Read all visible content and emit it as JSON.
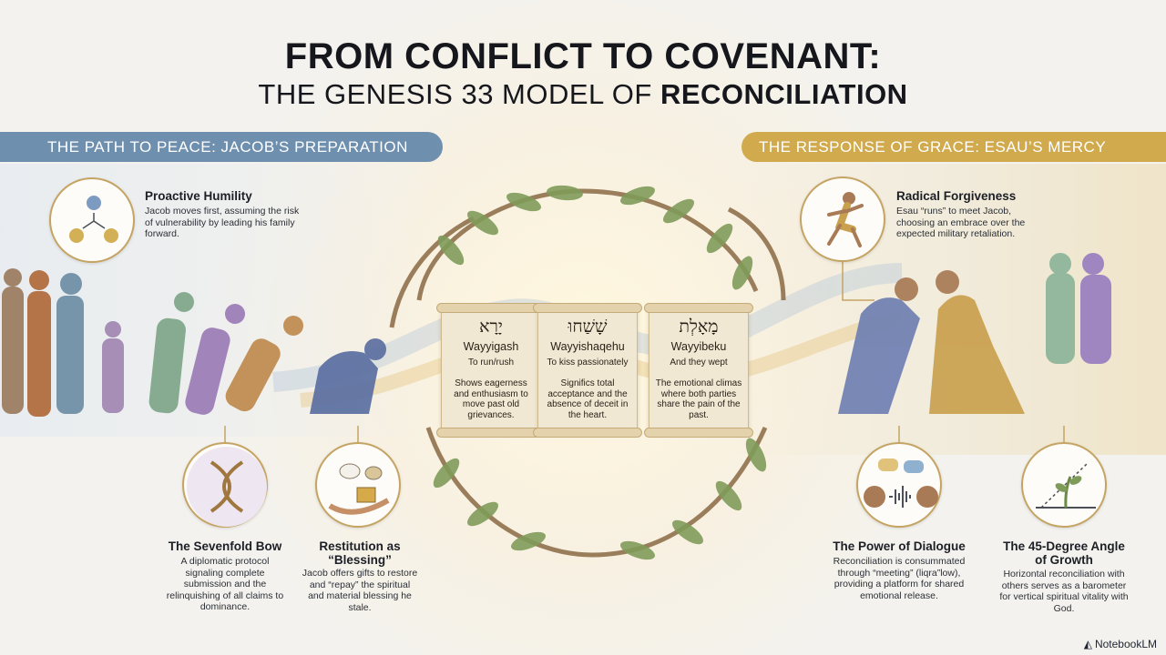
{
  "header": {
    "title": "FROM CONFLICT TO COVENANT:",
    "subtitle_prefix": "THE GENESIS 33 MODEL OF",
    "subtitle_bold": "RECONCILIATION"
  },
  "left_banner": "THE PATH TO PEACE: JACOB’S PREPARATION",
  "right_banner": "THE RESPONSE OF GRACE: ESAU’S MERCY",
  "left": {
    "humility": {
      "title": "Proactive Humility",
      "text": "Jacob moves first, assuming the risk of vulnerability by leading his family forward."
    },
    "bow": {
      "title": "The Sevenfold Bow",
      "text": "A diplomatic protocol signaling complete submission and the relinquishing of all claims to dominance."
    },
    "restitution": {
      "title": "Restitution as “Blessing”",
      "text": "Jacob offers gifts to restore and “repay” the spiritual and material blessing he stale."
    }
  },
  "center": {
    "scrolls": [
      {
        "hebrew": "יָרָא",
        "translit": "Wayyigash",
        "meaning": "To run/rush",
        "desc": "Shows eagerness and enthusiasm to move past old grievances."
      },
      {
        "hebrew": "שָׁשַׁחוּ",
        "translit": "Wayyishaqehu",
        "meaning": "To kiss passionately",
        "desc": "Significs total acceptance and the absence of deceit in the heart."
      },
      {
        "hebrew": "מָאָלְת",
        "translit": "Wayyibeku",
        "meaning": "And they wept",
        "desc": "The emotional climas where both parties share the pain of the past."
      }
    ]
  },
  "right": {
    "forgiveness": {
      "title": "Radical Forgiveness",
      "text": "Esau “runs” to meet Jacob, choosing an embrace over the expected military retaliation."
    },
    "dialogue": {
      "title": "The Power of Dialogue",
      "text": "Reconciliation is consummated through “meeting” (liqra”low), providing a platform for shared emotional release."
    },
    "growth": {
      "title": "The 45-Degree Angle of Growth",
      "text": "Horizontal reconciliation with others serves as a barometer for vertical spiritual vitality with God."
    }
  },
  "brand": "NotebookLM",
  "icons": {
    "humility": "humility-triad-icon",
    "bow": "bow-icon",
    "restitution": "gift-offering-icon",
    "forgiveness": "running-man-icon",
    "dialogue": "dialogue-icon",
    "growth": "sprout-growth-icon"
  },
  "colors": {
    "left_banner": "#6f8fae",
    "right_banner": "#d0aa4c",
    "medal_border": "#c5a463",
    "scroll_paper": "#f1e8d4"
  }
}
